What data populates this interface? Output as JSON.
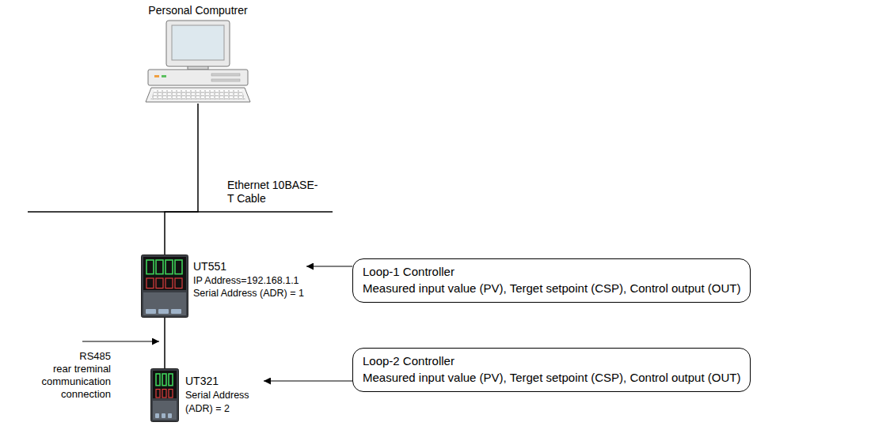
{
  "diagram": {
    "nodes": [
      {
        "text": [
          "Personal Computrer"
        ]
      },
      {
        "text": [
          "UT551",
          "IP Address=192.168.1.1",
          "Serial Address (ADR) = 1"
        ]
      },
      {
        "text": [
          "UT321",
          "Serial Address (ADR) = 2"
        ]
      },
      {
        "text": [
          "Loop-1 Controller",
          "Measured input value (PV), Terget setpoint (CSP), Control output (OUT)"
        ]
      },
      {
        "text": [
          "Loop-2 Controller",
          "Measured input value (PV), Terget setpoint (CSP), Control output (OUT)"
        ]
      }
    ],
    "edges": [
      {
        "from": 0,
        "to": 1,
        "arrow": "none"
      },
      {
        "from": 1,
        "to": 2,
        "arrow": "none"
      },
      {
        "from": 3,
        "to": 1,
        "arrow": "to"
      },
      {
        "from": 4,
        "to": 2,
        "arrow": "to"
      }
    ],
    "labels": [
      "Ethernet 10BASE-T Cable",
      "RS485",
      "rear treminal communication connection"
    ]
  }
}
